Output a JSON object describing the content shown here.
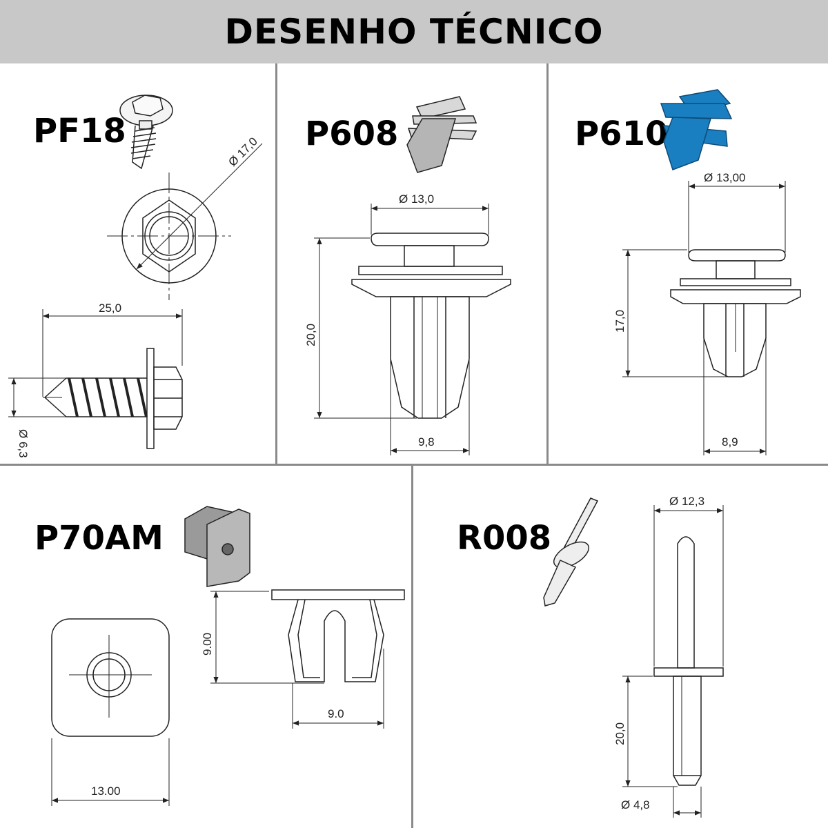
{
  "title": "DESENHO TÉCNICO",
  "parts": {
    "pf18": {
      "code": "PF18",
      "dim_diameter": "Ø 17,0",
      "dim_length": "25,0",
      "dim_thread": "Ø 6,3"
    },
    "p608": {
      "code": "P608",
      "dim_head": "Ø 13,0",
      "dim_height": "20,0",
      "dim_width": "9,8"
    },
    "p610": {
      "code": "P610",
      "dim_head": "Ø 13,00",
      "dim_height": "17,0",
      "dim_width": "8,9"
    },
    "p70am": {
      "code": "P70AM",
      "dim_height": "9.00",
      "dim_slot": "9.0",
      "dim_plate": "13.00"
    },
    "r008": {
      "code": "R008",
      "dim_head": "Ø 12,3",
      "dim_length": "20,0",
      "dim_shaft": "Ø 4,8"
    }
  },
  "colors": {
    "banner": "#c8c8c8",
    "p610_accent": "#1a7fc0",
    "line": "#222222",
    "divider": "#8a8a8a"
  }
}
